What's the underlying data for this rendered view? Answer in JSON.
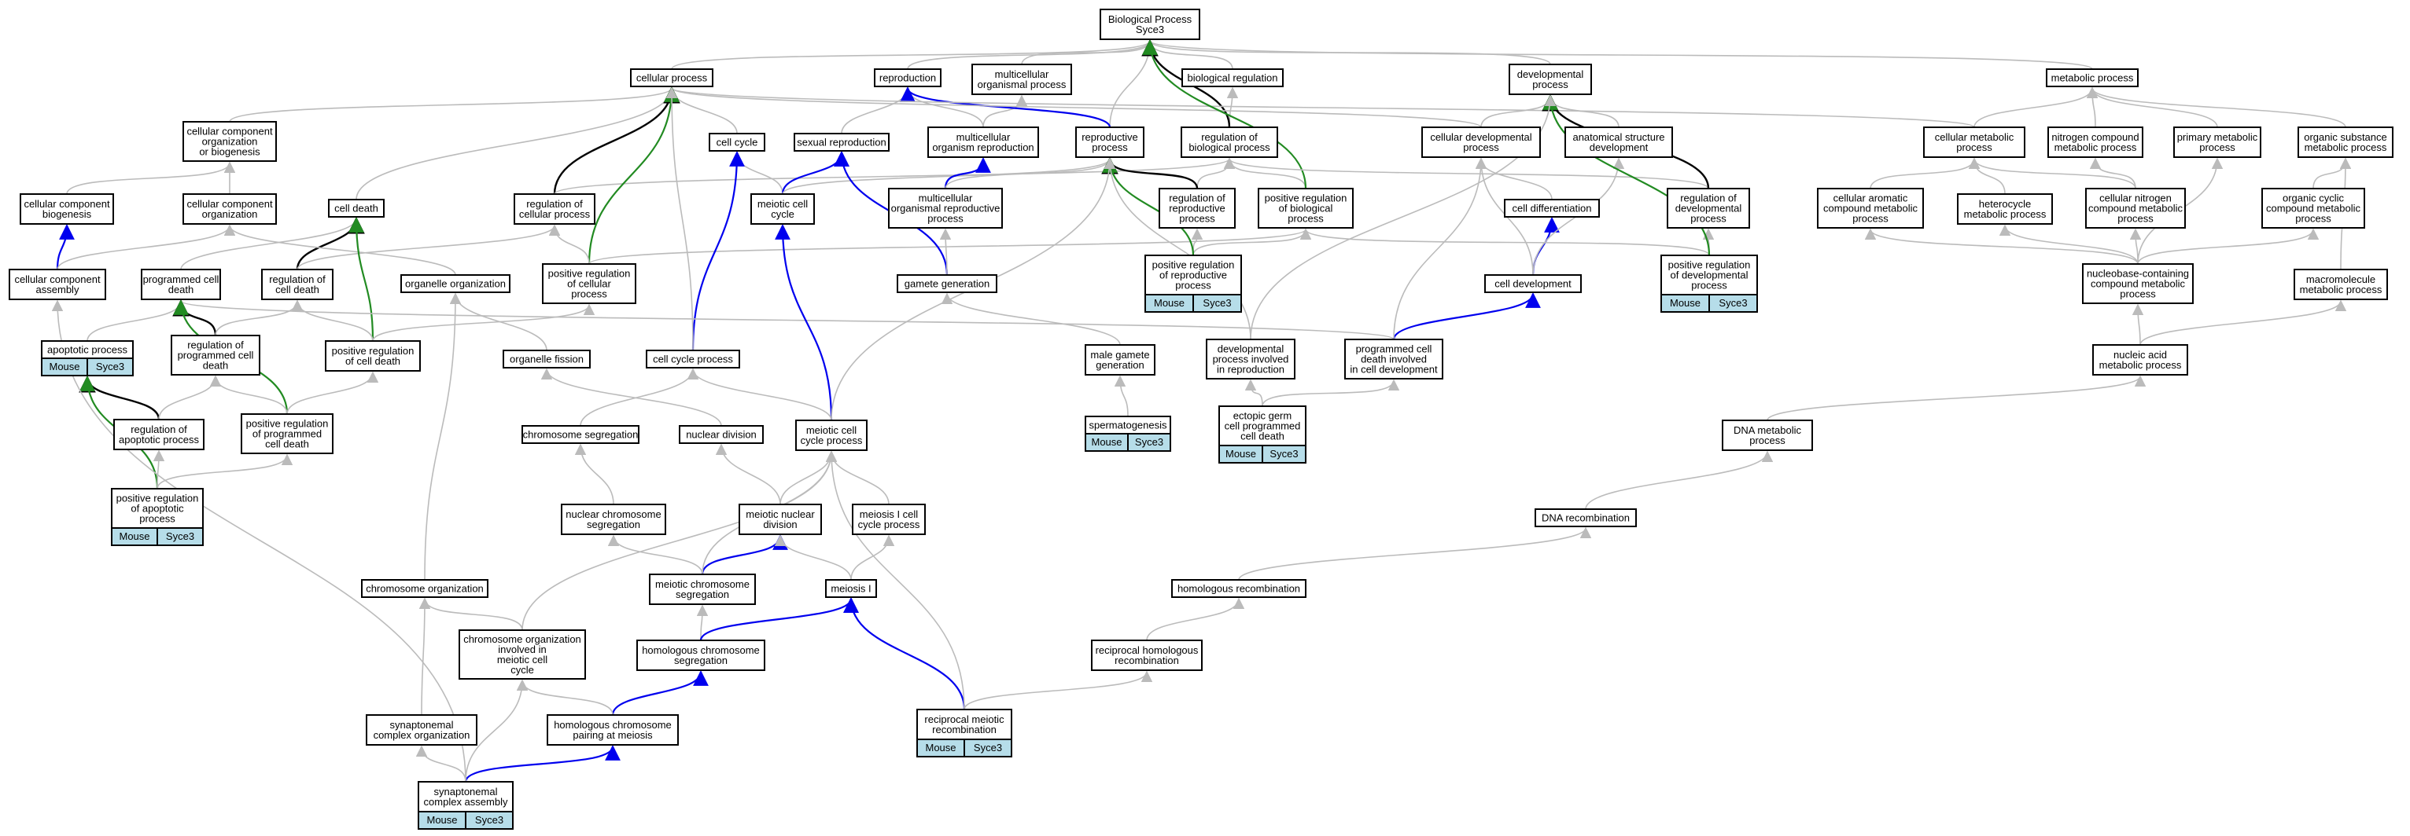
{
  "graph": {
    "colors": {
      "is_a": "#bbbbbb",
      "part_of": "#0000ee",
      "regulates": "#000000",
      "positively_regulates": "#228b22",
      "badge_fill": "#b6dde9"
    },
    "nodes": [
      {
        "id": "bp",
        "lines": [
          "Biological Process",
          "Syce3"
        ]
      },
      {
        "id": "cellular_process",
        "lines": [
          "cellular process"
        ]
      },
      {
        "id": "reproduction",
        "lines": [
          "reproduction"
        ]
      },
      {
        "id": "multicellular_organismal_process",
        "lines": [
          "multicellular",
          "organismal process"
        ]
      },
      {
        "id": "biological_regulation",
        "lines": [
          "biological regulation"
        ]
      },
      {
        "id": "developmental_process",
        "lines": [
          "developmental",
          "process"
        ]
      },
      {
        "id": "metabolic_process",
        "lines": [
          "metabolic process"
        ]
      },
      {
        "id": "cc_org_or_biogenesis",
        "lines": [
          "cellular component",
          "organization",
          "or biogenesis"
        ]
      },
      {
        "id": "cell_cycle",
        "lines": [
          "cell cycle"
        ]
      },
      {
        "id": "sexual_reproduction",
        "lines": [
          "sexual reproduction"
        ]
      },
      {
        "id": "multicellular_organism_reproduction",
        "lines": [
          "multicellular",
          "organism reproduction"
        ]
      },
      {
        "id": "reproductive_process",
        "lines": [
          "reproductive",
          "process"
        ]
      },
      {
        "id": "regulation_of_biological_process",
        "lines": [
          "regulation of",
          "biological process"
        ]
      },
      {
        "id": "cellular_developmental_process",
        "lines": [
          "cellular developmental",
          "process"
        ]
      },
      {
        "id": "anatomical_structure_development",
        "lines": [
          "anatomical structure",
          "development"
        ]
      },
      {
        "id": "cellular_metabolic_process",
        "lines": [
          "cellular metabolic",
          "process"
        ]
      },
      {
        "id": "nitrogen_compound_metabolic_process",
        "lines": [
          "nitrogen compound",
          "metabolic process"
        ]
      },
      {
        "id": "primary_metabolic_process",
        "lines": [
          "primary metabolic",
          "process"
        ]
      },
      {
        "id": "organic_substance_metabolic_process",
        "lines": [
          "organic substance",
          "metabolic process"
        ]
      },
      {
        "id": "cc_biogenesis",
        "lines": [
          "cellular component",
          "biogenesis"
        ]
      },
      {
        "id": "cc_organization",
        "lines": [
          "cellular component",
          "organization"
        ]
      },
      {
        "id": "cell_death",
        "lines": [
          "cell death"
        ]
      },
      {
        "id": "regulation_of_cellular_process",
        "lines": [
          "regulation of",
          "cellular process"
        ]
      },
      {
        "id": "meiotic_cell_cycle",
        "lines": [
          "meiotic cell",
          "cycle"
        ]
      },
      {
        "id": "multicellular_organismal_reproductive_process",
        "lines": [
          "multicellular",
          "organismal reproductive",
          "process"
        ]
      },
      {
        "id": "regulation_of_reproductive_process",
        "lines": [
          "regulation of",
          "reproductive",
          "process"
        ]
      },
      {
        "id": "positive_regulation_of_biological_process",
        "lines": [
          "positive regulation",
          "of biological",
          "process"
        ]
      },
      {
        "id": "cell_differentiation",
        "lines": [
          "cell differentiation"
        ]
      },
      {
        "id": "regulation_of_developmental_process",
        "lines": [
          "regulation of",
          "developmental",
          "process"
        ]
      },
      {
        "id": "cellular_aromatic_compound_metabolic_process",
        "lines": [
          "cellular aromatic",
          "compound metabolic",
          "process"
        ]
      },
      {
        "id": "heterocycle_metabolic_process",
        "lines": [
          "heterocycle",
          "metabolic process"
        ]
      },
      {
        "id": "cellular_nitrogen_compound_metabolic_process",
        "lines": [
          "cellular nitrogen",
          "compound metabolic",
          "process"
        ]
      },
      {
        "id": "organic_cyclic_compound_metabolic_process",
        "lines": [
          "organic cyclic",
          "compound metabolic",
          "process"
        ]
      },
      {
        "id": "cc_assembly",
        "lines": [
          "cellular component",
          "assembly"
        ]
      },
      {
        "id": "programmed_cell_death",
        "lines": [
          "programmed cell",
          "death"
        ]
      },
      {
        "id": "regulation_of_cell_death",
        "lines": [
          "regulation of",
          "cell death"
        ]
      },
      {
        "id": "organelle_organization",
        "lines": [
          "organelle organization"
        ]
      },
      {
        "id": "positive_regulation_of_cellular_process",
        "lines": [
          "positive regulation",
          "of cellular",
          "process"
        ]
      },
      {
        "id": "gamete_generation",
        "lines": [
          "gamete generation"
        ]
      },
      {
        "id": "positive_regulation_of_reproductive_process",
        "lines": [
          "positive regulation",
          "of reproductive",
          "process"
        ],
        "badge": [
          "Mouse",
          "Syce3"
        ]
      },
      {
        "id": "cell_development",
        "lines": [
          "cell development"
        ]
      },
      {
        "id": "positive_regulation_of_developmental_process",
        "lines": [
          "positive regulation",
          "of developmental",
          "process"
        ],
        "badge": [
          "Mouse",
          "Syce3"
        ]
      },
      {
        "id": "nucleobase_containing_compound_metabolic_process",
        "lines": [
          "nucleobase-containing",
          "compound metabolic",
          "process"
        ]
      },
      {
        "id": "macromolecule_metabolic_process",
        "lines": [
          "macromolecule",
          "metabolic process"
        ]
      },
      {
        "id": "apoptotic_process",
        "lines": [
          "apoptotic process"
        ],
        "badge": [
          "Mouse",
          "Syce3"
        ]
      },
      {
        "id": "regulation_of_programmed_cell_death",
        "lines": [
          "regulation of",
          "programmed cell",
          "death"
        ]
      },
      {
        "id": "positive_regulation_of_cell_death",
        "lines": [
          "positive regulation",
          "of cell death"
        ]
      },
      {
        "id": "organelle_fission",
        "lines": [
          "organelle fission"
        ]
      },
      {
        "id": "cell_cycle_process",
        "lines": [
          "cell cycle process"
        ]
      },
      {
        "id": "male_gamete_generation",
        "lines": [
          "male gamete",
          "generation"
        ]
      },
      {
        "id": "developmental_process_involved_in_reproduction",
        "lines": [
          "developmental",
          "process involved",
          "in reproduction"
        ]
      },
      {
        "id": "programmed_cell_death_in_cell_development",
        "lines": [
          "programmed cell",
          "death involved",
          "in cell development"
        ]
      },
      {
        "id": "nucleic_acid_metabolic_process",
        "lines": [
          "nucleic acid",
          "metabolic process"
        ]
      },
      {
        "id": "regulation_of_apoptotic_process",
        "lines": [
          "regulation of",
          "apoptotic process"
        ]
      },
      {
        "id": "positive_regulation_of_programmed_cell_death",
        "lines": [
          "positive regulation",
          "of programmed",
          "cell death"
        ]
      },
      {
        "id": "chromosome_segregation",
        "lines": [
          "chromosome segregation"
        ]
      },
      {
        "id": "nuclear_division",
        "lines": [
          "nuclear division"
        ]
      },
      {
        "id": "meiotic_cell_cycle_process",
        "lines": [
          "meiotic cell",
          "cycle process"
        ]
      },
      {
        "id": "spermatogenesis",
        "lines": [
          "spermatogenesis"
        ],
        "badge": [
          "Mouse",
          "Syce3"
        ]
      },
      {
        "id": "ectopic_germ_cell_programmed_cell_death",
        "lines": [
          "ectopic germ",
          "cell programmed",
          "cell death"
        ],
        "badge": [
          "Mouse",
          "Syce3"
        ]
      },
      {
        "id": "dna_metabolic_process",
        "lines": [
          "DNA metabolic",
          "process"
        ]
      },
      {
        "id": "positive_regulation_of_apoptotic_process",
        "lines": [
          "positive regulation",
          "of apoptotic",
          "process"
        ],
        "badge": [
          "Mouse",
          "Syce3"
        ]
      },
      {
        "id": "nuclear_chromosome_segregation",
        "lines": [
          "nuclear chromosome",
          "segregation"
        ]
      },
      {
        "id": "meiotic_nuclear_division",
        "lines": [
          "meiotic nuclear",
          "division"
        ]
      },
      {
        "id": "meiosis_i_cell_cycle_process",
        "lines": [
          "meiosis I cell",
          "cycle process"
        ]
      },
      {
        "id": "dna_recombination",
        "lines": [
          "DNA recombination"
        ]
      },
      {
        "id": "chromosome_organization",
        "lines": [
          "chromosome organization"
        ]
      },
      {
        "id": "meiotic_chromosome_segregation",
        "lines": [
          "meiotic chromosome",
          "segregation"
        ]
      },
      {
        "id": "meiosis_i",
        "lines": [
          "meiosis I"
        ]
      },
      {
        "id": "homologous_recombination",
        "lines": [
          "homologous recombination"
        ]
      },
      {
        "id": "chromosome_organization_in_meiotic_cell_cycle",
        "lines": [
          "chromosome organization",
          "involved in",
          "meiotic cell",
          "cycle"
        ]
      },
      {
        "id": "homologous_chromosome_segregation",
        "lines": [
          "homologous chromosome",
          "segregation"
        ]
      },
      {
        "id": "reciprocal_homologous_recombination",
        "lines": [
          "reciprocal homologous",
          "recombination"
        ]
      },
      {
        "id": "synaptonemal_complex_organization",
        "lines": [
          "synaptonemal",
          "complex organization"
        ]
      },
      {
        "id": "homologous_chromosome_pairing_at_meiosis",
        "lines": [
          "homologous chromosome",
          "pairing at meiosis"
        ]
      },
      {
        "id": "reciprocal_meiotic_recombination",
        "lines": [
          "reciprocal meiotic",
          "recombination"
        ],
        "badge": [
          "Mouse",
          "Syce3"
        ]
      },
      {
        "id": "synaptonemal_complex_assembly",
        "lines": [
          "synaptonemal",
          "complex assembly"
        ],
        "badge": [
          "Mouse",
          "Syce3"
        ]
      }
    ]
  }
}
